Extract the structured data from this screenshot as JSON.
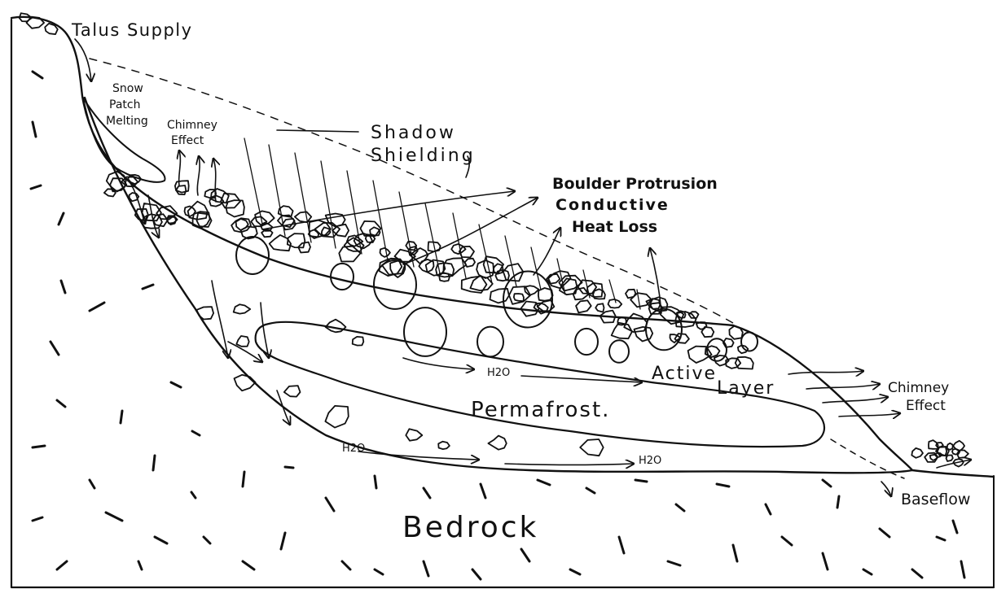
{
  "labels": {
    "talus_supply": "Talus Supply",
    "snow_patch_melting": [
      "Snow",
      "Patch",
      "Melting"
    ],
    "chimney_effect_top": [
      "Chimney",
      "Effect"
    ],
    "shadow_shielding": [
      "Shadow",
      "Shielding"
    ],
    "boulder_protrusion": [
      "Boulder Protrusion",
      "Conductive",
      "Heat Loss"
    ],
    "active_layer": [
      "Active",
      "Layer"
    ],
    "permafrost": "Permafrost.",
    "h2o": "H2O",
    "chimney_effect_right": [
      "Chimney",
      "Effect"
    ],
    "baseflow": "Baseflow",
    "bedrock": "Bedrock"
  }
}
